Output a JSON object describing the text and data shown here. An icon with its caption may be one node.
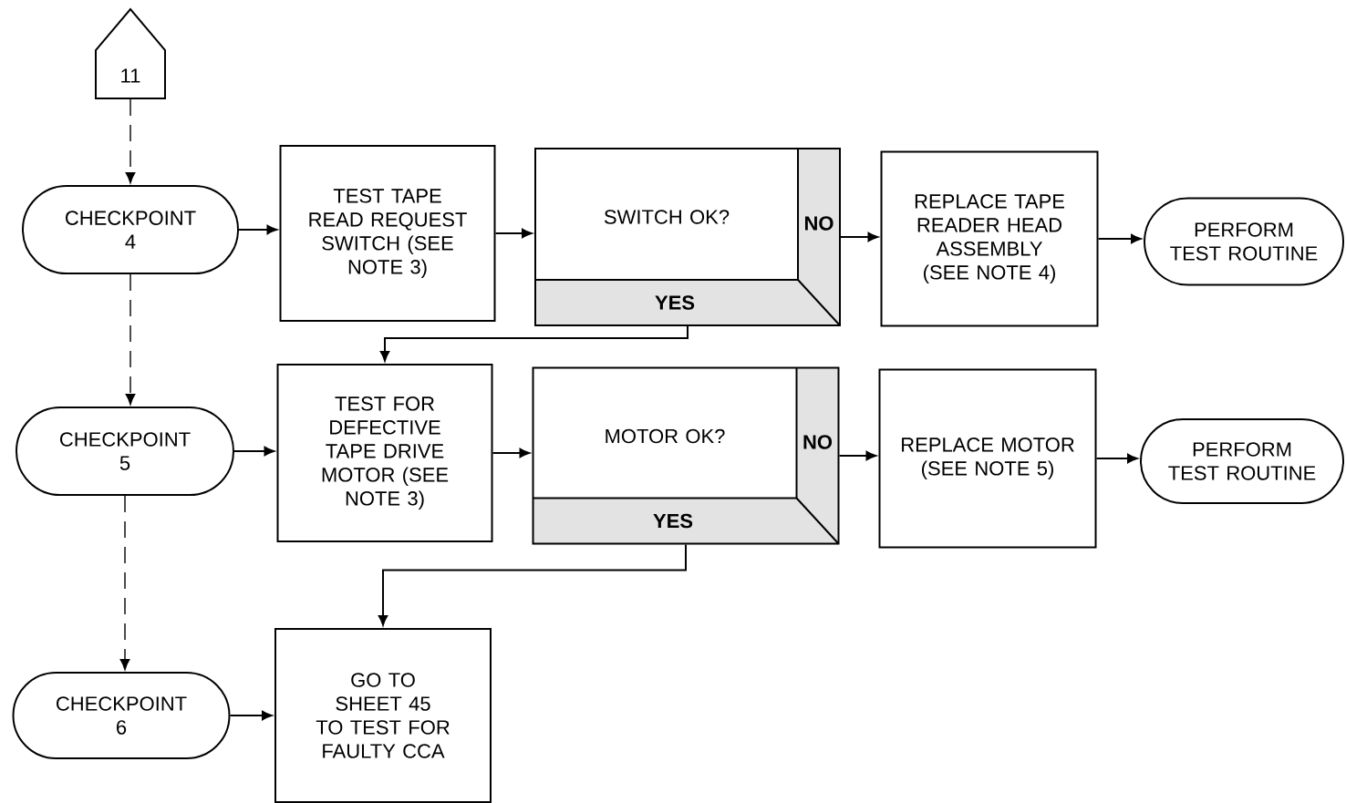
{
  "diagram": {
    "nodes": [
      {
        "text": [
          "11"
        ]
      },
      {
        "text": [
          "CHECKPOINT 4"
        ]
      },
      {
        "text": [
          "TEST TAPE READ REQUEST SWITCH (SEE NOTE 3)"
        ]
      },
      {
        "text": [
          "SWITCH OK?",
          "NO",
          "YES"
        ]
      },
      {
        "text": [
          "REPLACE TAPE READER HEAD ASSEMBLY (SEE NOTE 4)"
        ]
      },
      {
        "text": [
          "PERFORM TEST ROUTINE"
        ]
      },
      {
        "text": [
          "CHECKPOINT 5"
        ]
      },
      {
        "text": [
          "TEST FOR DEFECTIVE TAPE DRIVE MOTOR (SEE NOTE 3)"
        ]
      },
      {
        "text": [
          "MOTOR OK?",
          "NO",
          "YES"
        ]
      },
      {
        "text": [
          "REPLACE MOTOR (SEE NOTE 5)"
        ]
      },
      {
        "text": [
          "PERFORM TEST ROUTINE"
        ]
      },
      {
        "text": [
          "CHECKPOINT 6"
        ]
      },
      {
        "text": [
          "GO TO SHEET 45 TO TEST FOR FAULTY CCA"
        ]
      }
    ],
    "edges": [
      {
        "from": 0,
        "to": 1,
        "arrow": "to",
        "style": "dashed"
      },
      {
        "from": 1,
        "to": 6,
        "arrow": "to",
        "style": "dashed"
      },
      {
        "from": 6,
        "to": 11,
        "arrow": "to",
        "style": "dashed"
      },
      {
        "from": 1,
        "to": 2,
        "arrow": "to"
      },
      {
        "from": 2,
        "to": 3,
        "arrow": "to"
      },
      {
        "from": 3,
        "to": 4,
        "arrow": "to"
      },
      {
        "from": 4,
        "to": 5,
        "arrow": "to"
      },
      {
        "from": 3,
        "to": 7,
        "arrow": "to"
      },
      {
        "from": 6,
        "to": 7,
        "arrow": "to"
      },
      {
        "from": 7,
        "to": 8,
        "arrow": "to"
      },
      {
        "from": 8,
        "to": 9,
        "arrow": "to"
      },
      {
        "from": 9,
        "to": 10,
        "arrow": "to"
      },
      {
        "from": 8,
        "to": 12,
        "arrow": "to"
      },
      {
        "from": 11,
        "to": 12,
        "arrow": "to"
      }
    ]
  }
}
